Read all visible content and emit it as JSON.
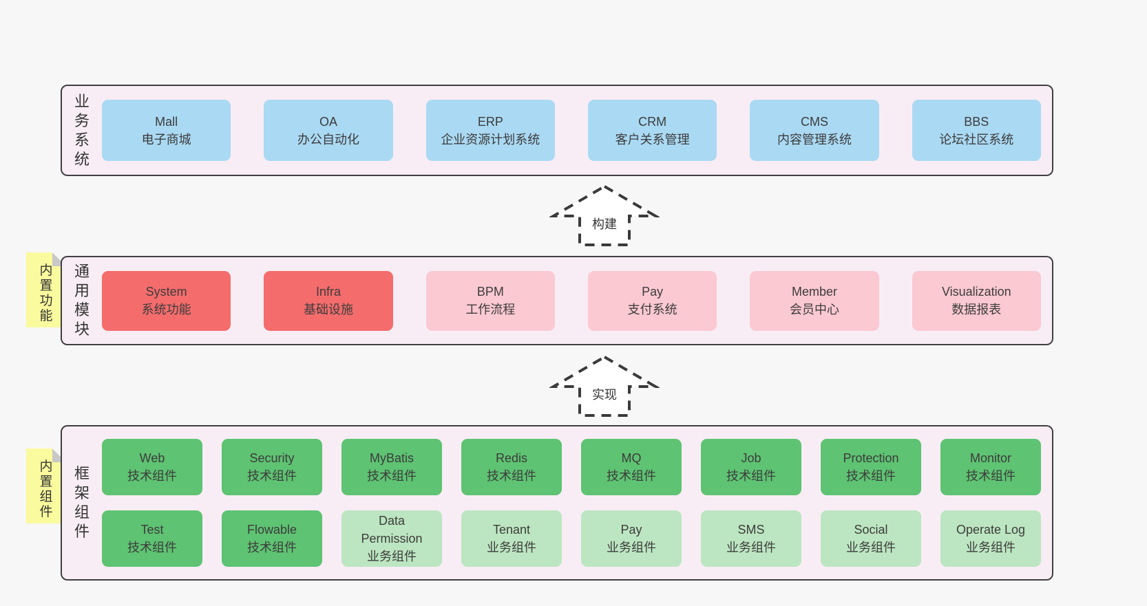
{
  "colors": {
    "page_bg": "#f7f7f7",
    "band_bg": "#f8edf5",
    "outline": "#3f3f3f",
    "text": "#3c3c3c",
    "blue": "#aad9f3",
    "red": "#f46c6c",
    "pink": "#fbc9d2",
    "green": "#5ec372",
    "light_green": "#bce6c1",
    "note_yellow": "#fafa9e",
    "fold_gray": "#c8c8c8",
    "arrow_fill": "#ffffff"
  },
  "bands": [
    {
      "label": "业务系统",
      "items": [
        {
          "title": "Mall",
          "subtitle": "电子商城",
          "color": "blue"
        },
        {
          "title": "OA",
          "subtitle": "办公自动化",
          "color": "blue"
        },
        {
          "title": "ERP",
          "subtitle": "企业资源计划系统",
          "color": "blue"
        },
        {
          "title": "CRM",
          "subtitle": "客户关系管理",
          "color": "blue"
        },
        {
          "title": "CMS",
          "subtitle": "内容管理系统",
          "color": "blue"
        },
        {
          "title": "BBS",
          "subtitle": "论坛社区系统",
          "color": "blue"
        }
      ]
    },
    {
      "label": "通用模块",
      "note": "内置功能",
      "items": [
        {
          "title": "System",
          "subtitle": "系统功能",
          "color": "red"
        },
        {
          "title": "Infra",
          "subtitle": "基础设施",
          "color": "red"
        },
        {
          "title": "BPM",
          "subtitle": "工作流程",
          "color": "pink"
        },
        {
          "title": "Pay",
          "subtitle": "支付系统",
          "color": "pink"
        },
        {
          "title": "Member",
          "subtitle": "会员中心",
          "color": "pink"
        },
        {
          "title": "Visualization",
          "subtitle": "数据报表",
          "color": "pink"
        }
      ]
    },
    {
      "label": "框架组件",
      "note": "内置组件",
      "items": [
        {
          "title": "Web",
          "subtitle": "技术组件",
          "color": "green"
        },
        {
          "title": "Security",
          "subtitle": "技术组件",
          "color": "green"
        },
        {
          "title": "MyBatis",
          "subtitle": "技术组件",
          "color": "green"
        },
        {
          "title": "Redis",
          "subtitle": "技术组件",
          "color": "green"
        },
        {
          "title": "MQ",
          "subtitle": "技术组件",
          "color": "green"
        },
        {
          "title": "Job",
          "subtitle": "技术组件",
          "color": "green"
        },
        {
          "title": "Protection",
          "subtitle": "技术组件",
          "color": "green"
        },
        {
          "title": "Monitor",
          "subtitle": "技术组件",
          "color": "green"
        },
        {
          "title": "Test",
          "subtitle": "技术组件",
          "color": "green"
        },
        {
          "title": "Flowable",
          "subtitle": "技术组件",
          "color": "green"
        },
        {
          "title": "Data Permission",
          "subtitle": "业务组件",
          "color": "light_green"
        },
        {
          "title": "Tenant",
          "subtitle": "业务组件",
          "color": "light_green"
        },
        {
          "title": "Pay",
          "subtitle": "业务组件",
          "color": "light_green"
        },
        {
          "title": "SMS",
          "subtitle": "业务组件",
          "color": "light_green"
        },
        {
          "title": "Social",
          "subtitle": "业务组件",
          "color": "light_green"
        },
        {
          "title": "Operate Log",
          "subtitle": "业务组件",
          "color": "light_green"
        }
      ]
    }
  ],
  "arrows": [
    {
      "label": "构建"
    },
    {
      "label": "实现"
    }
  ]
}
